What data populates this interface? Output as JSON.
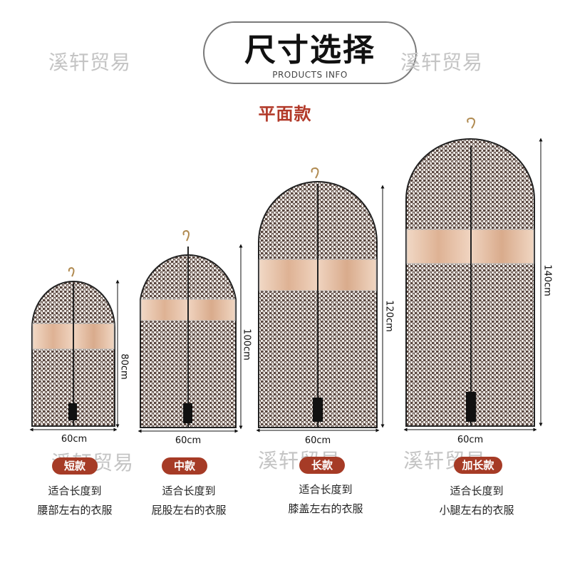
{
  "header": {
    "title": "尺寸选择",
    "subtitle": "PRODUCTS INFO",
    "section": "平面款"
  },
  "watermark": "溪轩贸易",
  "products": [
    {
      "tag": "短款",
      "width_label": "60cm",
      "height_label": "80cm",
      "desc_line1": "适合长度到",
      "desc_line2": "腰部左右的衣服"
    },
    {
      "tag": "中款",
      "width_label": "60cm",
      "height_label": "100cm",
      "desc_line1": "适合长度到",
      "desc_line2": "屁股左右的衣服"
    },
    {
      "tag": "长款",
      "width_label": "60cm",
      "height_label": "120cm",
      "desc_line1": "适合长度到",
      "desc_line2": "膝盖左右的衣服"
    },
    {
      "tag": "加长款",
      "width_label": "60cm",
      "height_label": "140cm",
      "desc_line1": "适合长度到",
      "desc_line2": "小腿左右的衣服"
    }
  ],
  "colors": {
    "accent": "#a63b26",
    "section_text": "#b23a2a",
    "fabric_dark": "#5a4740",
    "fabric_light": "#eeeae6",
    "window": "#e8c3a8"
  }
}
